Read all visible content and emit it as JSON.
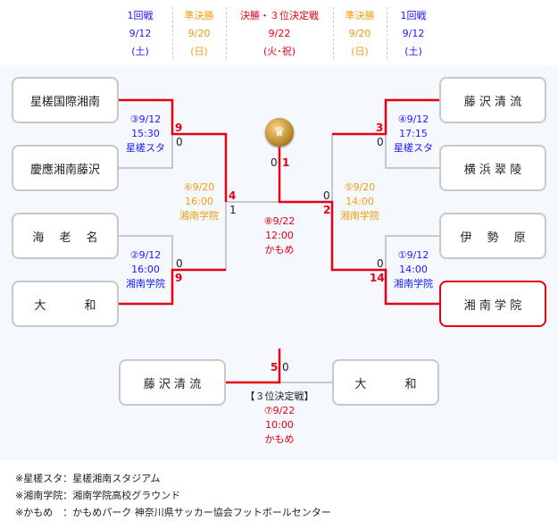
{
  "header": [
    {
      "round": "1回戦",
      "date": "9/12",
      "day": "(土)",
      "color": "#1a1aff"
    },
    {
      "round": "準決勝",
      "date": "9/20",
      "day": "(日)",
      "color": "#f39c12"
    },
    {
      "round": "決勝・３位決定戦",
      "date": "9/22",
      "day": "(火･祝)",
      "color": "#e60012"
    },
    {
      "round": "準決勝",
      "date": "9/20",
      "day": "(日)",
      "color": "#f39c12"
    },
    {
      "round": "1回戦",
      "date": "9/12",
      "day": "(土)",
      "color": "#1a1aff"
    }
  ],
  "teams": {
    "l1": "星槎国際湘南",
    "l2": "慶應湘南藤沢",
    "l3": "海　 老　 名",
    "l4": "大　　　 和",
    "r1": "藤 沢 清 流",
    "r2": "横 浜 翠 陵",
    "r3": "伊　 勢　 原",
    "r4": "湘 南 学 院",
    "t1": "藤 沢 清 流",
    "t2": "大　　　 和"
  },
  "matches": {
    "m3": {
      "no": "③9/12",
      "time": "15:30",
      "venue": "星槎スタ",
      "s1": "9",
      "s2": "0"
    },
    "m2": {
      "no": "②9/12",
      "time": "16:00",
      "venue": "湘南学院",
      "s1": "0",
      "s2": "9"
    },
    "m4": {
      "no": "④9/12",
      "time": "17:15",
      "venue": "星槎スタ",
      "s1": "3",
      "s2": "0"
    },
    "m1": {
      "no": "①9/12",
      "time": "14:00",
      "venue": "湘南学院",
      "s1": "0",
      "s2": "14"
    },
    "m6": {
      "no": "⑥9/20",
      "time": "16:00",
      "venue": "湘南学院",
      "s1": "4",
      "s2": "1"
    },
    "m5": {
      "no": "⑤9/20",
      "time": "14:00",
      "venue": "湘南学院",
      "s1": "0",
      "s2": "2"
    },
    "m8": {
      "no": "⑧9/22",
      "time": "12:00",
      "venue": "かもめ",
      "s1": "0",
      "s2": "1"
    },
    "m7": {
      "label": "【３位決定戦】",
      "no": "⑦9/22",
      "time": "10:00",
      "venue": "かもめ",
      "s1": "5",
      "s2": "0"
    }
  },
  "notes": [
    "※星槎スタ：星槎湘南スタジアム",
    "※湘南学院：湘南学院高校グラウンド",
    "※かもめ　：かもめパーク 神奈川県サッカー協会フットボールセンター"
  ],
  "colors": {
    "win": "#e60012",
    "lose": "#c8c8c8",
    "r1": "#1a1aff",
    "semi": "#f39c12",
    "final": "#e60012"
  }
}
